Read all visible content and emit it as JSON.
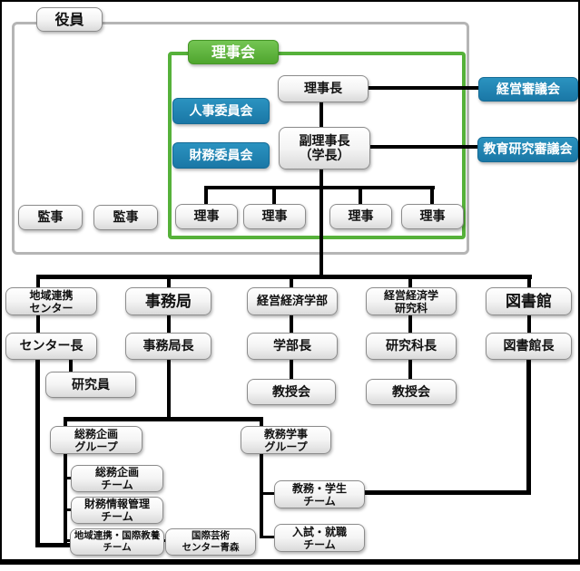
{
  "colors": {
    "accent_green": "#5cb33c",
    "accent_blue": "#1d80ac",
    "line_black": "#000000",
    "frame_gray": "#b5b5b5"
  },
  "officers_section": {
    "frame_label": "役員",
    "auditors": [
      "監事",
      "監事"
    ],
    "board": {
      "label": "理事会",
      "chairman": "理事長",
      "vice_chairman": "副理事長\n（学長）",
      "personnel_committee": "人事委員会",
      "finance_committee": "財務委員会",
      "directors": [
        "理事",
        "理事",
        "理事",
        "理事"
      ]
    },
    "councils": {
      "management": "経営審議会",
      "education_research": "教育研究審議会"
    }
  },
  "divisions": {
    "regional_center": {
      "name": "地域連携\nセンター",
      "head": "センター長",
      "researcher": "研究員"
    },
    "secretariat": {
      "name": "事務局",
      "head": "事務局長"
    },
    "faculty": {
      "name": "経営経済学部",
      "head": "学部長",
      "council": "教授会"
    },
    "graduate_school": {
      "name": "経営経済学\n研究科",
      "head": "研究科長",
      "council": "教授会"
    },
    "library": {
      "name": "図書館",
      "head": "図書館長"
    }
  },
  "groups": {
    "general_affairs": {
      "name": "総務企画\nグループ",
      "teams": [
        "総務企画\nチーム",
        "財務情報管理\nチーム",
        "地域連携・国際教養\nチーム"
      ],
      "related": "国際芸術\nセンター青森"
    },
    "academic_affairs": {
      "name": "教務学事\nグループ",
      "teams": [
        "教務・学生\nチーム",
        "入試・就職\nチーム"
      ]
    }
  }
}
